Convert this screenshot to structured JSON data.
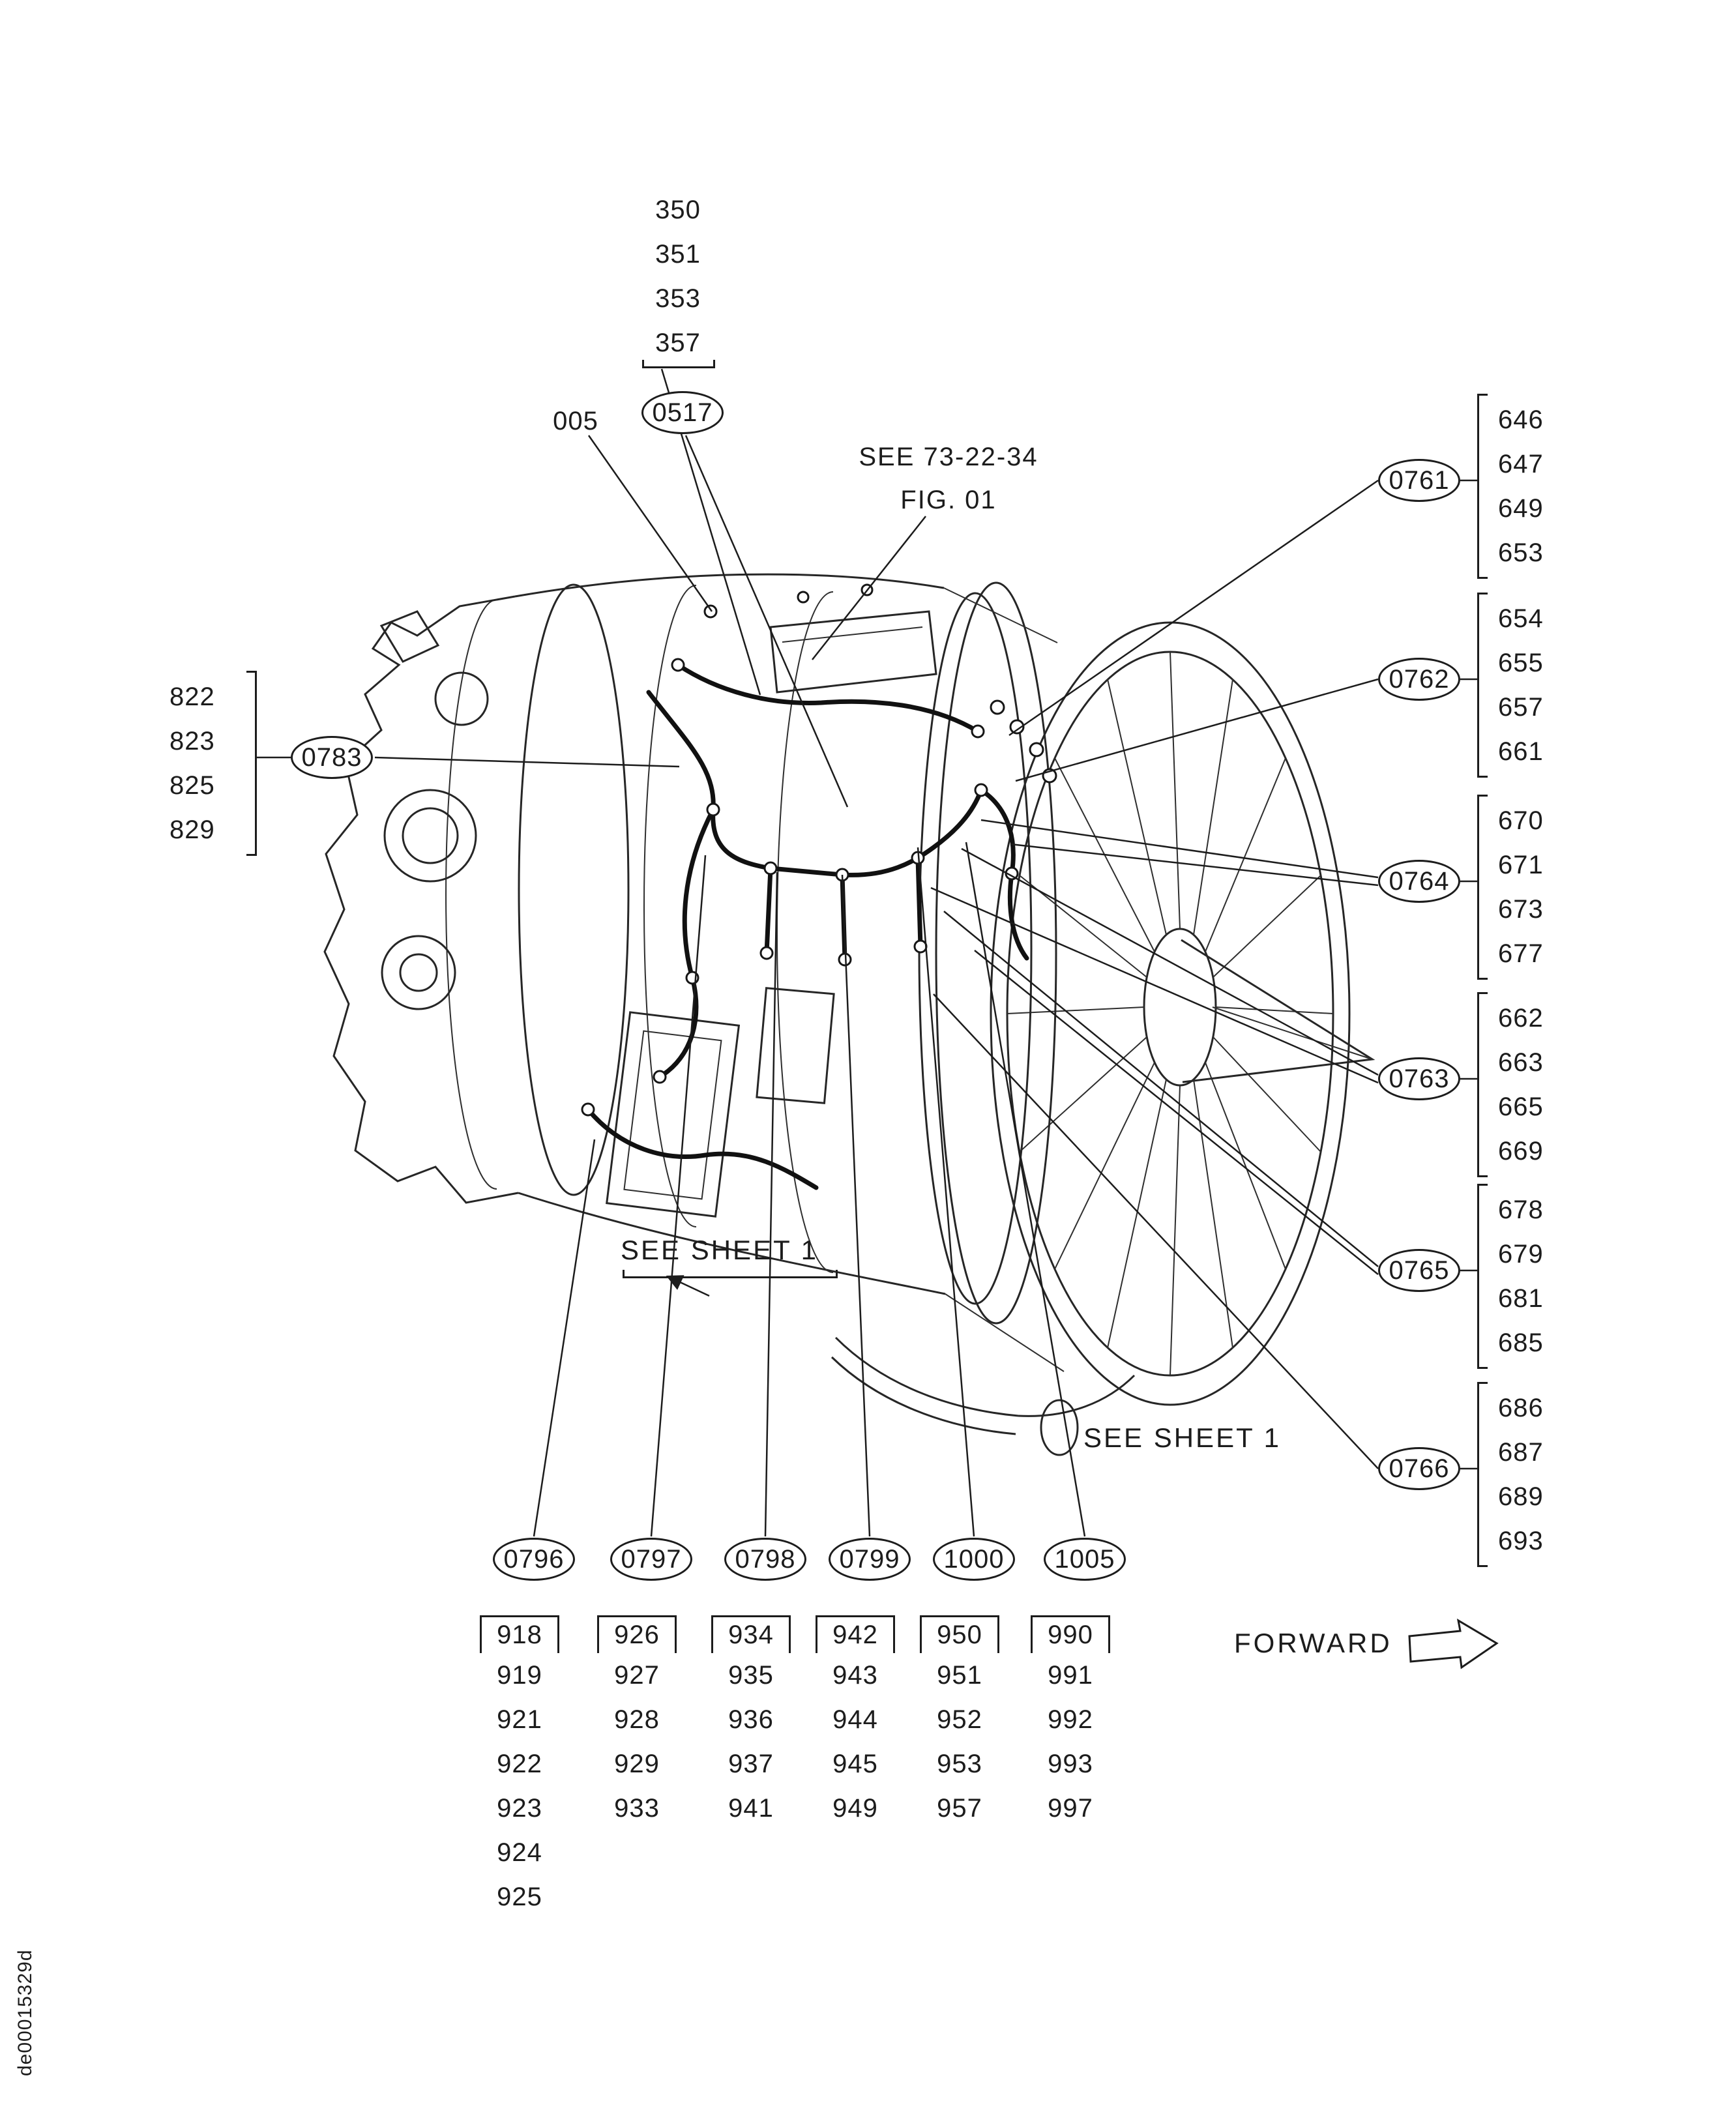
{
  "figure": {
    "reference_note": {
      "line1": "SEE  73-22-34",
      "line2": "FIG. 01"
    },
    "sheet_note_center": "SEE SHEET 1",
    "sheet_note_right": "SEE SHEET 1",
    "forward_label": "FORWARD",
    "doc_code": "de00015329d"
  },
  "top_group": {
    "item_label": "005",
    "callout": "0517",
    "items": [
      "350",
      "351",
      "353",
      "357"
    ]
  },
  "left_group": {
    "callout": "0783",
    "items": [
      "822",
      "823",
      "825",
      "829"
    ]
  },
  "right_groups": [
    {
      "callout": "0761",
      "items": [
        "646",
        "647",
        "649",
        "653"
      ]
    },
    {
      "callout": "0762",
      "items": [
        "654",
        "655",
        "657",
        "661"
      ]
    },
    {
      "callout": "0764",
      "items": [
        "670",
        "671",
        "673",
        "677"
      ]
    },
    {
      "callout": "0763",
      "items": [
        "662",
        "663",
        "665",
        "669"
      ]
    },
    {
      "callout": "0765",
      "items": [
        "678",
        "679",
        "681",
        "685"
      ]
    },
    {
      "callout": "0766",
      "items": [
        "686",
        "687",
        "689",
        "693"
      ]
    }
  ],
  "bottom_groups": [
    {
      "callout": "0796",
      "items": [
        "918",
        "919",
        "921",
        "922",
        "923",
        "924",
        "925"
      ]
    },
    {
      "callout": "0797",
      "items": [
        "926",
        "927",
        "928",
        "929",
        "933"
      ]
    },
    {
      "callout": "0798",
      "items": [
        "934",
        "935",
        "936",
        "937",
        "941"
      ]
    },
    {
      "callout": "0799",
      "items": [
        "942",
        "943",
        "944",
        "945",
        "949"
      ]
    },
    {
      "callout": "1000",
      "items": [
        "950",
        "951",
        "952",
        "953",
        "957"
      ]
    },
    {
      "callout": "1005",
      "items": [
        "990",
        "991",
        "992",
        "993",
        "997"
      ]
    }
  ]
}
